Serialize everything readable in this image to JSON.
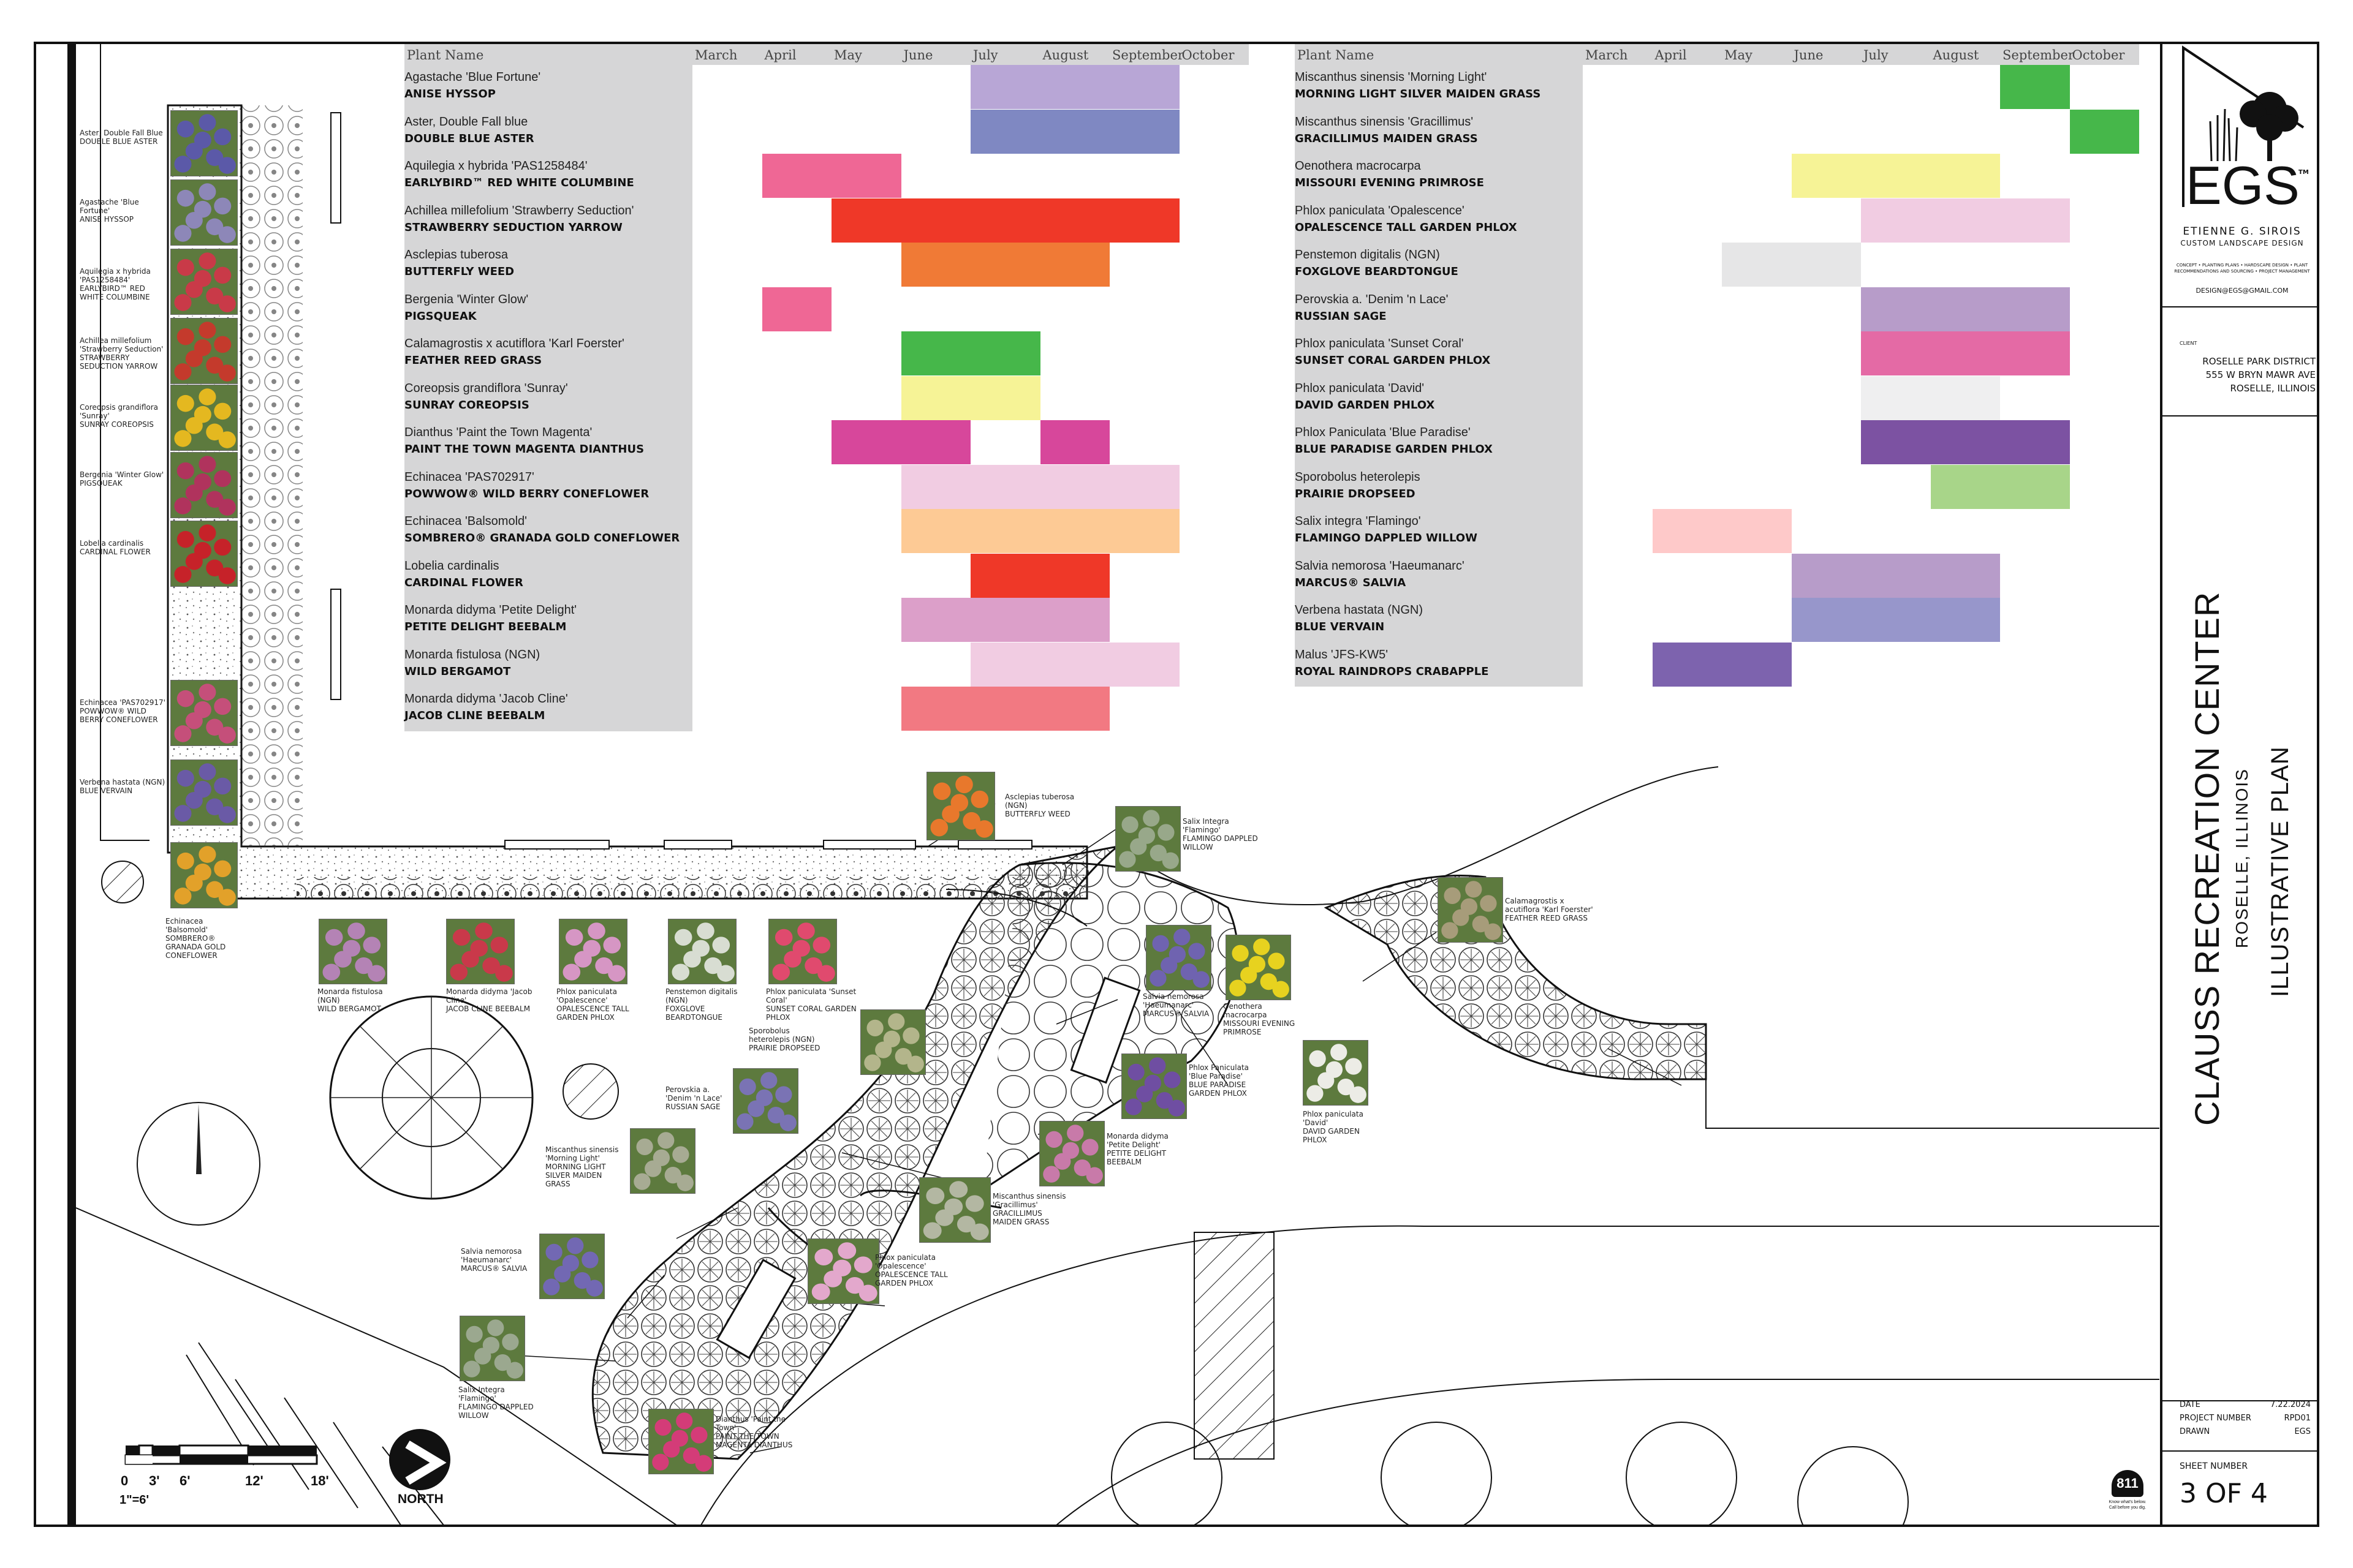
{
  "months": [
    "March",
    "April",
    "May",
    "June",
    "July",
    "August",
    "September",
    "October"
  ],
  "bloom_header_label": "Plant Name",
  "bloom_left": [
    {
      "sci": "Agastache 'Blue Fortune'",
      "common": "ANISE HYSSOP",
      "bars": [
        {
          "start": 4,
          "end": 6,
          "color": "#b8a6d6"
        }
      ]
    },
    {
      "sci": "Aster, Double Fall blue",
      "common": "DOUBLE BLUE ASTER",
      "bars": [
        {
          "start": 4,
          "end": 6,
          "color": "#7f88c2"
        }
      ]
    },
    {
      "sci": "Aquilegia x hybrida 'PAS1258484'",
      "common": "EARLYBIRD™ RED WHITE COLUMBINE",
      "bars": [
        {
          "start": 1,
          "end": 2,
          "color": "#ef6795"
        }
      ]
    },
    {
      "sci": "Achillea millefolium 'Strawberry Seduction'",
      "common": "STRAWBERRY SEDUCTION YARROW",
      "bars": [
        {
          "start": 2,
          "end": 6,
          "color": "#ef3828"
        }
      ]
    },
    {
      "sci": "Asclepias tuberosa",
      "common": "BUTTERFLY WEED",
      "bars": [
        {
          "start": 3,
          "end": 5,
          "color": "#f07a36"
        }
      ]
    },
    {
      "sci": "Bergenia 'Winter Glow'",
      "common": "PIGSQUEAK",
      "bars": [
        {
          "start": 1,
          "end": 1,
          "color": "#ef6795"
        }
      ]
    },
    {
      "sci": "Calamagrostis x acutiflora 'Karl Foerster'",
      "common": "FEATHER REED GRASS",
      "bars": [
        {
          "start": 3,
          "end": 4,
          "color": "#46b74a"
        }
      ]
    },
    {
      "sci": "Coreopsis grandiflora 'Sunray'",
      "common": "SUNRAY COREOPSIS",
      "bars": [
        {
          "start": 3,
          "end": 4,
          "color": "#f6f396"
        }
      ]
    },
    {
      "sci": "Dianthus 'Paint the Town Magenta'",
      "common": "PAINT THE TOWN MAGENTA DIANTHUS",
      "bars": [
        {
          "start": 2,
          "end": 3,
          "color": "#d7479b"
        },
        {
          "start": 5,
          "end": 5,
          "color": "#d7479b"
        }
      ]
    },
    {
      "sci": "Echinacea 'PAS702917'",
      "common": "POWWOW® WILD BERRY CONEFLOWER",
      "bars": [
        {
          "start": 3,
          "end": 6,
          "color": "#f1cce2"
        }
      ]
    },
    {
      "sci": "Echinacea 'Balsomold'",
      "common": "SOMBRERO® GRANADA GOLD CONEFLOWER",
      "bars": [
        {
          "start": 3,
          "end": 6,
          "color": "#fdca95"
        }
      ]
    },
    {
      "sci": "Lobelia cardinalis",
      "common": "CARDINAL FLOWER",
      "bars": [
        {
          "start": 4,
          "end": 5,
          "color": "#ef3828"
        }
      ]
    },
    {
      "sci": "Monarda didyma 'Petite Delight'",
      "common": "PETITE DELIGHT BEEBALM",
      "bars": [
        {
          "start": 3,
          "end": 5,
          "color": "#dc9fc9"
        }
      ]
    },
    {
      "sci": "Monarda fistulosa (NGN)",
      "common": "WILD BERGAMOT",
      "bars": [
        {
          "start": 4,
          "end": 6,
          "color": "#f1cce2"
        }
      ]
    },
    {
      "sci": "Monarda didyma 'Jacob Cline'",
      "common": "JACOB CLINE BEEBALM",
      "bars": [
        {
          "start": 3,
          "end": 5,
          "color": "#f27982"
        }
      ]
    }
  ],
  "bloom_right": [
    {
      "sci": "Miscanthus sinensis 'Morning Light'",
      "common": "MORNING LIGHT SILVER MAIDEN GRASS",
      "bars": [
        {
          "start": 6,
          "end": 6,
          "color": "#46b74a"
        }
      ]
    },
    {
      "sci": "Miscanthus sinensis 'Gracillimus'",
      "common": "GRACILLIMUS MAIDEN GRASS",
      "bars": [
        {
          "start": 7,
          "end": 7,
          "color": "#46b74a"
        }
      ]
    },
    {
      "sci": "Oenothera macrocarpa",
      "common": "MISSOURI EVENING PRIMROSE",
      "bars": [
        {
          "start": 3,
          "end": 5,
          "color": "#f6f396"
        }
      ]
    },
    {
      "sci": "Phlox paniculata 'Opalescence'",
      "common": "OPALESCENCE TALL GARDEN PHLOX",
      "bars": [
        {
          "start": 4,
          "end": 6,
          "color": "#f1cce2"
        }
      ]
    },
    {
      "sci": "Penstemon digitalis (NGN)",
      "common": "FOXGLOVE BEARDTONGUE",
      "bars": [
        {
          "start": 2,
          "end": 3,
          "color": "#e6e6e7"
        }
      ]
    },
    {
      "sci": "Perovskia a. 'Denim 'n Lace'",
      "common": "RUSSIAN SAGE",
      "bars": [
        {
          "start": 4,
          "end": 6,
          "color": "#b79cc9"
        }
      ]
    },
    {
      "sci": "Phlox paniculata 'Sunset Coral'",
      "common": "SUNSET CORAL GARDEN PHLOX",
      "bars": [
        {
          "start": 4,
          "end": 6,
          "color": "#e46aa5"
        }
      ]
    },
    {
      "sci": "Phlox paniculata 'David'",
      "common": "DAVID GARDEN PHLOX",
      "bars": [
        {
          "start": 4,
          "end": 5,
          "color": "#efeff0"
        }
      ]
    },
    {
      "sci": "Phlox Paniculata 'Blue Paradise'",
      "common": "BLUE PARADISE GARDEN PHLOX",
      "bars": [
        {
          "start": 4,
          "end": 6,
          "color": "#7c52a2"
        }
      ]
    },
    {
      "sci": "Sporobolus heterolepis",
      "common": "PRAIRIE DROPSEED",
      "bars": [
        {
          "start": 5,
          "end": 6,
          "color": "#a8d589"
        }
      ]
    },
    {
      "sci": "Salix integra 'Flamingo'",
      "common": "FLAMINGO DAPPLED WILLOW",
      "bars": [
        {
          "start": 1,
          "end": 2,
          "color": "#fec9c9"
        }
      ]
    },
    {
      "sci": "Salvia nemorosa 'Haeumanarc'",
      "common": "MARCUS® SALVIA",
      "bars": [
        {
          "start": 3,
          "end": 5,
          "color": "#b79cc9"
        }
      ]
    },
    {
      "sci": "Verbena hastata (NGN)",
      "common": "BLUE VERVAIN",
      "bars": [
        {
          "start": 3,
          "end": 5,
          "color": "#9796cb"
        }
      ]
    },
    {
      "sci": "Malus 'JFS-KW5'",
      "common": "ROYAL RAINDROPS CRABAPPLE",
      "bars": [
        {
          "start": 1,
          "end": 2,
          "color": "#7d63ae"
        }
      ]
    }
  ],
  "left_callouts": [
    {
      "l1": "Aster, Double Fall Blue",
      "l2": "DOUBLE BLUE ASTER",
      "color": "#5b59a8"
    },
    {
      "l1": "Agastache 'Blue Fortune'",
      "l2": "ANISE HYSSOP",
      "color": "#8d87b8"
    },
    {
      "l1": "Aquilegia x hybrida 'PAS1258484' EARLYBIRD™ RED",
      "l2": "WHITE COLUMBINE",
      "color": "#c93a48"
    },
    {
      "l1": "Achillea millefolium 'Strawberry Seduction'",
      "l2": "STRAWBERRY SEDUCTION YARROW",
      "color": "#c43a2c"
    },
    {
      "l1": "Coreopsis grandiflora 'Sunray'",
      "l2": "SUNRAY COREOPSIS",
      "color": "#e4b820"
    },
    {
      "l1": "Bergenia 'Winter Glow'",
      "l2": "PIGSQUEAK",
      "color": "#b0335d"
    },
    {
      "l1": "Lobelia cardinalis",
      "l2": "CARDINAL FLOWER",
      "color": "#c62229"
    },
    {
      "l1": "Echinacea 'PAS702917'",
      "l2": "POWWOW® WILD BERRY CONEFLOWER",
      "color": "#c54f7a"
    },
    {
      "l1": "Verbena hastata (NGN)",
      "l2": "BLUE VERVAIN",
      "color": "#6a5aa6"
    },
    {
      "l1": "Echinacea 'Balsomold'",
      "l2": "SOMBRERO® GRANADA GOLD CONEFLOWER",
      "color": "#e2a12a"
    }
  ],
  "plan_callouts": [
    {
      "l1": "Monarda fistulosa (NGN)",
      "l2": "WILD BERGAMOT",
      "color": "#b483b5"
    },
    {
      "l1": "Monarda didyma 'Jacob Cline'",
      "l2": "JACOB CLINE BEEBALM",
      "color": "#c9394a"
    },
    {
      "l1": "Phlox paniculata 'Opalescence'",
      "l2": "OPALESCENCE TALL GARDEN PHLOX",
      "color": "#d696c4"
    },
    {
      "l1": "Penstemon digitalis (NGN)",
      "l2": "FOXGLOVE BEARDTONGUE",
      "color": "#d8ddd2"
    },
    {
      "l1": "Phlox paniculata 'Sunset Coral'",
      "l2": "SUNSET CORAL GARDEN PHLOX",
      "color": "#e04a6e"
    },
    {
      "l1": "Asclepias tuberosa (NGN)",
      "l2": "BUTTERFLY WEED",
      "color": "#e8782c"
    },
    {
      "l1": "Salix Integra 'Flamingo'",
      "l2": "FLAMINGO DAPPLED WILLOW",
      "color": "#98a88a"
    },
    {
      "l1": "Sporobolus heterolepis (NGN)",
      "l2": "PRAIRIE DROPSEED",
      "color": "#b3b58b"
    },
    {
      "l1": "Salvia nemorosa 'Haeumanarc'",
      "l2": "MARCUS® SALVIA",
      "color": "#6f63b0"
    },
    {
      "l1": "Oenothera macrocarpa",
      "l2": "MISSOURI EVENING PRIMROSE",
      "color": "#e7d21f"
    },
    {
      "l1": "Calamagrostis x acutiflora 'Karl Foerster'",
      "l2": "FEATHER REED GRASS",
      "color": "#a79c7a"
    },
    {
      "l1": "Phlox Paniculata 'Blue Paradise'",
      "l2": "BLUE PARADISE GARDEN PHLOX",
      "color": "#6f4ea2"
    },
    {
      "l1": "Phlox paniculata 'David'",
      "l2": "DAVID GARDEN PHLOX",
      "color": "#ecece6"
    },
    {
      "l1": "Perovskia a. 'Denim 'n Lace'",
      "l2": "RUSSIAN SAGE",
      "color": "#7a73b4"
    },
    {
      "l1": "Miscanthus sinensis 'Morning Light'",
      "l2": "MORNING LIGHT SILVER MAIDEN GRASS",
      "color": "#a7ab93"
    },
    {
      "l1": "Monarda didyma 'Petite Delight'",
      "l2": "PETITE DELIGHT BEEBALM",
      "color": "#c87aa9"
    },
    {
      "l1": "Miscanthus sinensis 'Gracillimus'",
      "l2": "GRACILLIMUS MAIDEN GRASS",
      "color": "#b3b7a2"
    },
    {
      "l1": "Salvia nemorosa 'Haeumanarc'",
      "l2": "MARCUS® SALVIA",
      "color": "#7268b3"
    },
    {
      "l1": "Phlox paniculata 'Opalescence'",
      "l2": "OPALESCENCE TALL GARDEN PHLOX",
      "color": "#e3a8cc"
    },
    {
      "l1": "Salix Integra 'Flamingo'",
      "l2": "FLAMINGO DAPPLED WILLOW",
      "color": "#9ba88f"
    },
    {
      "l1": "Dianthus 'Paint the Town'",
      "l2": "PAINT THE TOWN MAGENTA DIANTHUS",
      "color": "#d43c78"
    }
  ],
  "title_block": {
    "logo": "EGS",
    "tm": "TM",
    "designer_name": "ETIENNE G. SIROIS",
    "designer_sub": "CUSTOM LANDSCAPE DESIGN",
    "services": "CONCEPT • PLANTING PLANS • HARDSCAPE DESIGN • PLANT RECOMMENDATIONS AND SOURCING • PROJECT MANAGEMENT",
    "email": "DESIGN@EGS@GMAIL.COM",
    "client_label": "CLIENT",
    "client_l1": "ROSELLE PARK DISTRICT",
    "client_l2": "555 W BRYN MAWR AVE",
    "client_l3": "ROSELLE, ILLINOIS",
    "project": "CLAUSS RECREATION CENTER",
    "location": "ROSELLE, ILLINOIS",
    "sheet_title": "ILLUSTRATIVE PLAN",
    "date_label": "DATE",
    "date": "7.22.2024",
    "project_number_label": "PROJECT NUMBER",
    "project_number": "RPD01",
    "drawn_label": "DRAWN",
    "drawn": "EGS",
    "sheet_number_label": "SHEET NUMBER",
    "sheet_number": "3 OF 4"
  },
  "scale": {
    "ticks": [
      "0",
      "3'",
      "6'",
      "12'",
      "18'"
    ],
    "ratio": "1\"=6'",
    "north": "NORTH"
  },
  "utility": {
    "badge": "811",
    "text": "Know what's below. Call before you dig."
  }
}
